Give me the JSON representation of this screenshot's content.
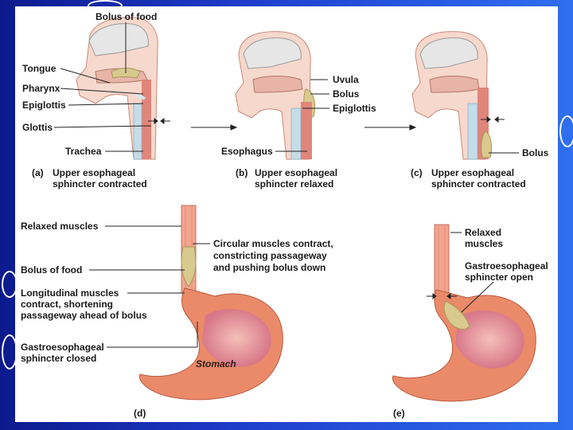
{
  "panel_a": {
    "bolus_of_food": "Bolus of food",
    "tongue": "Tongue",
    "pharynx": "Pharynx",
    "epiglottis": "Epiglottis",
    "glottis": "Glottis",
    "trachea": "Trachea",
    "letter": "(a)",
    "caption_line1": "Upper esophageal",
    "caption_line2": "sphincter contracted"
  },
  "panel_b": {
    "uvula": "Uvula",
    "bolus": "Bolus",
    "epiglottis": "Epiglottis",
    "esophagus": "Esophagus",
    "letter": "(b)",
    "caption_line1": "Upper esophageal",
    "caption_line2": "sphincter relaxed"
  },
  "panel_c": {
    "bolus": "Bolus",
    "letter": "(c)",
    "caption_line1": "Upper esophageal",
    "caption_line2": "sphincter contracted"
  },
  "panel_d": {
    "relaxed_muscles": "Relaxed muscles",
    "circular_line1": "Circular muscles contract,",
    "circular_line2": "constricting passageway",
    "circular_line3": "and pushing bolus down",
    "bolus_of_food": "Bolus of food",
    "longitudinal_line1": "Longitudinal muscles",
    "longitudinal_line2": "contract, shortening",
    "longitudinal_line3": "passageway ahead of bolus",
    "gastro_line1": "Gastroesophageal",
    "gastro_line2": "sphincter closed",
    "stomach": "Stomach",
    "letter": "(d)"
  },
  "panel_e": {
    "relaxed_line1": "Relaxed",
    "relaxed_line2": "muscles",
    "gastro_line1": "Gastroesophageal",
    "gastro_line2": "sphincter open",
    "letter": "(e)"
  },
  "colors": {
    "background_blue": "#1f3fcf",
    "tissue_pink": "#f2a58e",
    "stomach_orange": "#ea8a68",
    "bolus_tan": "#d8c98f",
    "cartilage_blue": "#c5dde8"
  }
}
